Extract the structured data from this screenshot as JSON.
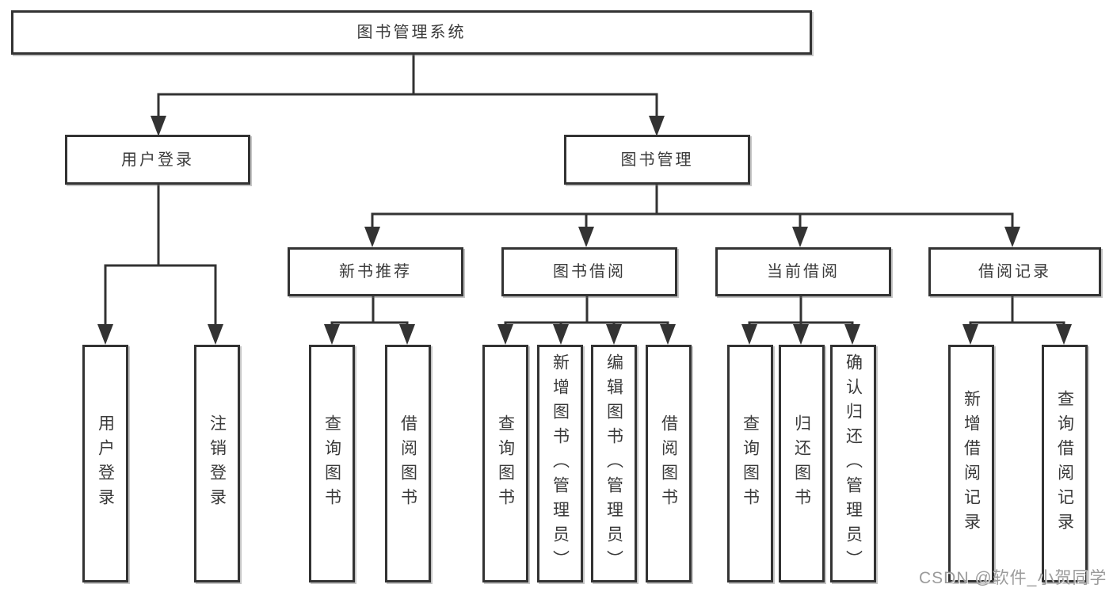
{
  "tree": {
    "root": {
      "label": "图书管理系统"
    },
    "branches": [
      {
        "label": "用户登录",
        "children": [
          {
            "label": "用户登录"
          },
          {
            "label": "注销登录"
          }
        ]
      },
      {
        "label": "图书管理",
        "children": [
          {
            "label": "新书推荐",
            "children": [
              {
                "label": "查询图书"
              },
              {
                "label": "借阅图书"
              }
            ]
          },
          {
            "label": "图书借阅",
            "children": [
              {
                "label": "查询图书"
              },
              {
                "label": "新增图书（管理员）"
              },
              {
                "label": "编辑图书（管理员）"
              },
              {
                "label": "借阅图书"
              }
            ]
          },
          {
            "label": "当前借阅",
            "children": [
              {
                "label": "查询图书"
              },
              {
                "label": "归还图书"
              },
              {
                "label": "确认归还（管理员）"
              }
            ]
          },
          {
            "label": "借阅记录",
            "children": [
              {
                "label": "新增借阅记录"
              },
              {
                "label": "查询借阅记录"
              }
            ]
          }
        ]
      }
    ]
  },
  "watermark": {
    "text": "CSDN @软件_小贺同学"
  },
  "colors": {
    "line": "#333333",
    "box_border": "#333333",
    "box_fill": "#ffffff",
    "text": "#3a3a3a",
    "watermark": "#9b9b9b",
    "background": "#ffffff"
  }
}
